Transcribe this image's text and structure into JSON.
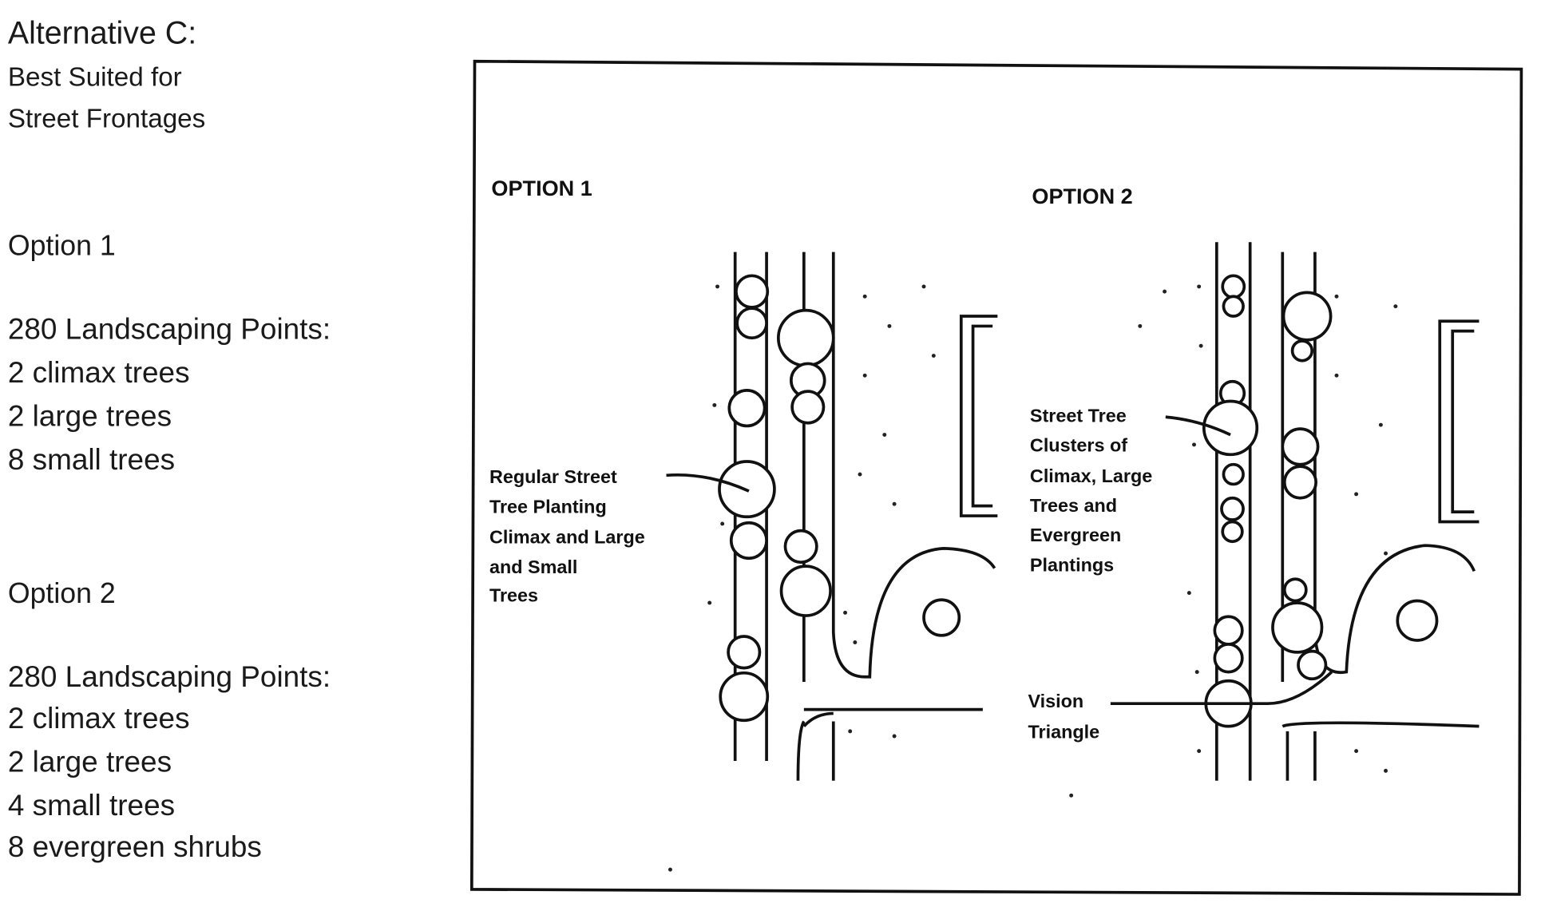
{
  "heading": {
    "title": "Alternative C:",
    "subtitle_line1": "Best Suited for",
    "subtitle_line2": "Street Frontages"
  },
  "option1": {
    "title": "Option 1",
    "points": "280 Landscaping Points:",
    "items": [
      "2 climax trees",
      "2 large trees",
      "8 small trees"
    ]
  },
  "option2": {
    "title": "Option 2",
    "points": "280 Landscaping Points:",
    "items": [
      "2 climax trees",
      "2 large trees",
      "4 small trees",
      "8 evergreen shrubs"
    ]
  },
  "diagram": {
    "option1_label": "OPTION 1",
    "option2_label": "OPTION 2",
    "callout1": [
      "Regular Street",
      "Tree Planting",
      "Climax and Large",
      "and Small",
      "Trees"
    ],
    "callout2": [
      "Street Tree",
      "Clusters of",
      "Climax, Large",
      "Trees and",
      "Evergreen",
      "Plantings"
    ],
    "callout3": [
      "Vision",
      "Triangle"
    ]
  }
}
